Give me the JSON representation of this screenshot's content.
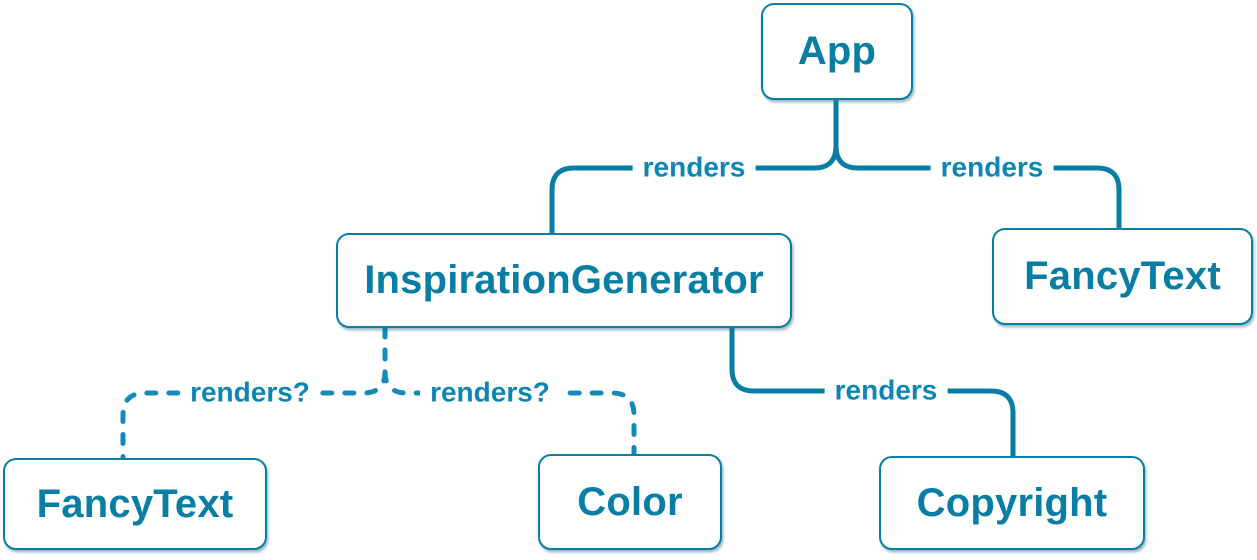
{
  "diagram": {
    "type": "component-render-tree",
    "nodes": [
      {
        "id": "app",
        "label": "App"
      },
      {
        "id": "inspiration-generator",
        "label": "InspirationGenerator"
      },
      {
        "id": "fancy-text-top",
        "label": "FancyText"
      },
      {
        "id": "fancy-text-bottom",
        "label": "FancyText"
      },
      {
        "id": "color",
        "label": "Color"
      },
      {
        "id": "copyright",
        "label": "Copyright"
      }
    ],
    "edges": [
      {
        "from": "App",
        "to": "InspirationGenerator",
        "label": "renders",
        "style": "solid"
      },
      {
        "from": "App",
        "to": "FancyText",
        "label": "renders",
        "style": "solid"
      },
      {
        "from": "InspirationGenerator",
        "to": "FancyText",
        "label": "renders?",
        "style": "dashed"
      },
      {
        "from": "InspirationGenerator",
        "to": "Color",
        "label": "renders?",
        "style": "dashed"
      },
      {
        "from": "InspirationGenerator",
        "to": "Copyright",
        "label": "renders",
        "style": "solid"
      }
    ],
    "colors": {
      "node_border": "#087ea4",
      "node_text": "#087ea4",
      "edge_solid": "#087ea4",
      "edge_dashed": "#1589b8",
      "edge_label_text": "#0f85b3",
      "background": "#ffffff"
    }
  }
}
